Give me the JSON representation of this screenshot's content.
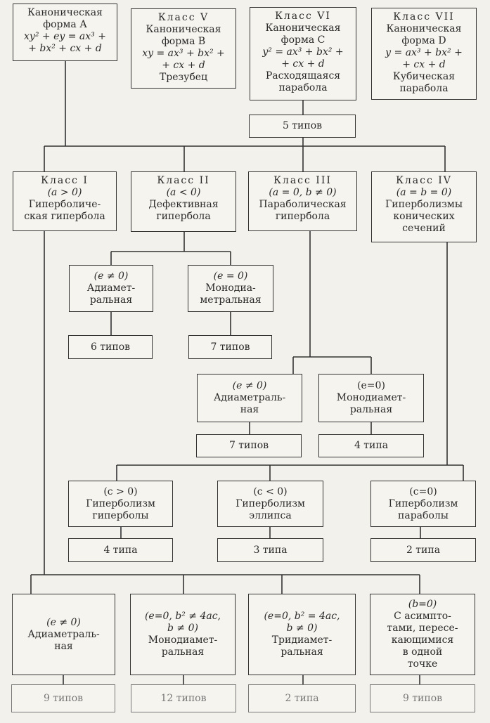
{
  "boxes": {
    "canonA": {
      "lines": [
        "Каноническая",
        "форма А",
        "xy² + ey = ax³ +",
        "+ bx² + cx + d"
      ]
    },
    "class5": {
      "lines": [
        "Класс V",
        "Каноническая",
        "форма В",
        "xy = ax³ + bx² +",
        "+ cx + d",
        "Трезубец"
      ]
    },
    "class6": {
      "lines": [
        "Класс VI",
        "Каноническая",
        "форма С",
        "y² = ax³ + bx² +",
        "+ cx + d",
        "Расходящаяся",
        "парабола"
      ]
    },
    "class7": {
      "lines": [
        "Класс VII",
        "Каноническая",
        "форма D",
        "y = ax³ + bx² +",
        "+ cx + d",
        "Кубическая",
        "парабола"
      ]
    },
    "five_types": {
      "lines": [
        "5 типов"
      ]
    },
    "class1": {
      "lines": [
        "Класс I",
        "(a > 0)",
        "Гиперболиче-",
        "ская гипербола"
      ]
    },
    "class2": {
      "lines": [
        "Класс II",
        "(a < 0)",
        "Дефективная",
        "гипербола"
      ]
    },
    "class3": {
      "lines": [
        "Класс III",
        "(a = 0,  b ≠ 0)",
        "Параболическая",
        "гипербола"
      ]
    },
    "class4": {
      "lines": [
        "Класс IV",
        "(a = b = 0)",
        "Гиперболизмы",
        "конических",
        "сечений"
      ]
    },
    "c2_adiam": {
      "lines": [
        "(e ≠ 0)",
        "Адиамет-",
        "ральная"
      ]
    },
    "c2_monodiam": {
      "lines": [
        "(e = 0)",
        "Монодиа-",
        "метральная"
      ]
    },
    "c2_adiam_types": {
      "lines": [
        "6 типов"
      ]
    },
    "c2_monodiam_types": {
      "lines": [
        "7 типов"
      ]
    },
    "c3_adiam": {
      "lines": [
        "(e ≠ 0)",
        "Адиаметраль-",
        "ная"
      ]
    },
    "c3_monodiam": {
      "lines": [
        "(e=0)",
        "Монодиамет-",
        "ральная"
      ]
    },
    "c3_adiam_types": {
      "lines": [
        "7 типов"
      ]
    },
    "c3_monodiam_types": {
      "lines": [
        "4 типа"
      ]
    },
    "c4_hyperb": {
      "lines": [
        "(c > 0)",
        "Гиперболизм",
        "гиперболы"
      ]
    },
    "c4_ellipse": {
      "lines": [
        "(c < 0)",
        "Гиперболизм",
        "эллипса"
      ]
    },
    "c4_parab": {
      "lines": [
        "(c=0)",
        "Гиперболизм",
        "параболы"
      ]
    },
    "c4_hyperb_types": {
      "lines": [
        "4 типа"
      ]
    },
    "c4_ellipse_types": {
      "lines": [
        "3 типа"
      ]
    },
    "c4_parab_types": {
      "lines": [
        "2 типа"
      ]
    },
    "c1_adiam": {
      "lines": [
        "(e ≠ 0)",
        "Адиаметраль-",
        "ная"
      ]
    },
    "c1_monodiam": {
      "lines": [
        "(e=0,  b² ≠ 4ac,",
        "b ≠ 0)",
        "Монодиамет-",
        "ральная"
      ]
    },
    "c1_tridiam": {
      "lines": [
        "(e=0,  b² = 4ac,",
        "b ≠ 0)",
        "Тридиамет-",
        "ральная"
      ]
    },
    "c1_asympt": {
      "lines": [
        "(b=0)",
        "С асимпто-",
        "тами, пересе-",
        "кающимися",
        "в одной",
        "точке"
      ]
    },
    "c1_adiam_types": {
      "lines": [
        "9 типов"
      ]
    },
    "c1_monodiam_types": {
      "lines": [
        "12 типов"
      ]
    },
    "c1_tridiam_types": {
      "lines": [
        "2 типа"
      ]
    },
    "c1_asympt_types": {
      "lines": [
        "9 типов"
      ]
    }
  }
}
